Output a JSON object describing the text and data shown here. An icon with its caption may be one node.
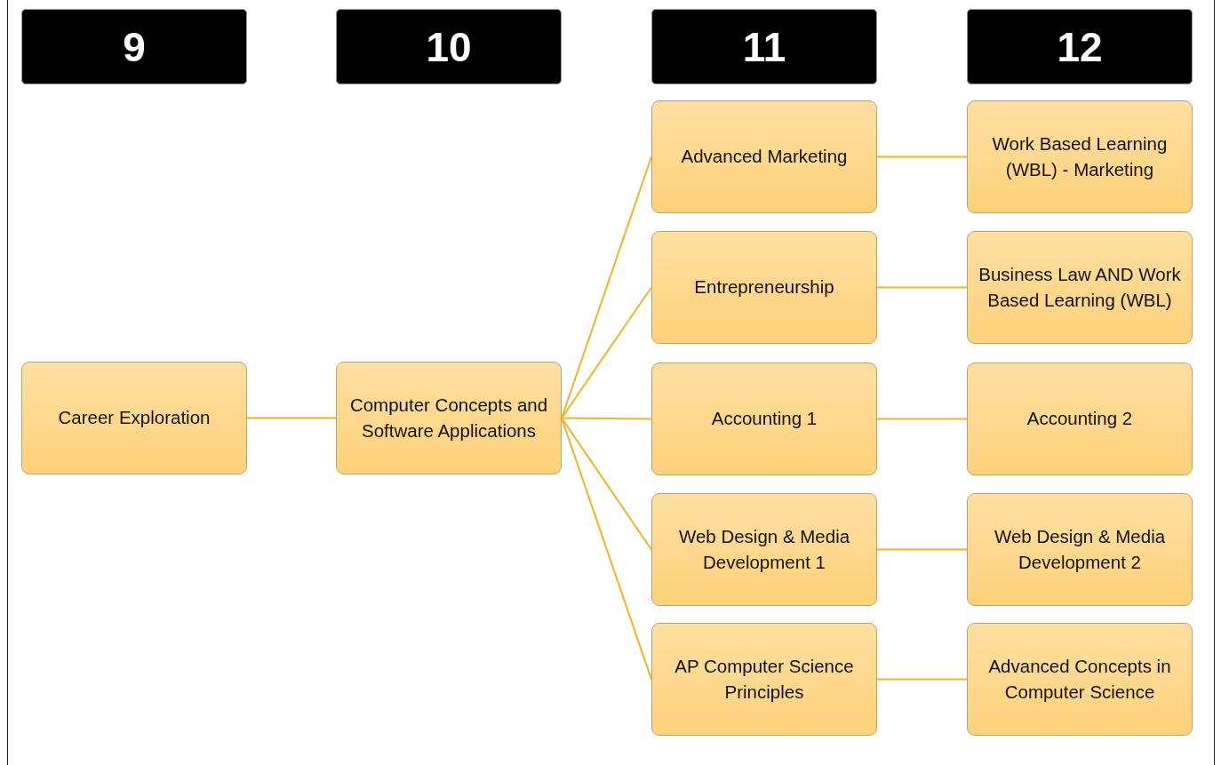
{
  "diagram": {
    "nodes": [
      {
        "text": [
          "9"
        ]
      },
      {
        "text": [
          "10"
        ]
      },
      {
        "text": [
          "11"
        ]
      },
      {
        "text": [
          "12"
        ]
      },
      {
        "text": [
          "Career Exploration"
        ]
      },
      {
        "text": [
          "Computer Concepts and Software Applications"
        ]
      },
      {
        "text": [
          "Advanced Marketing"
        ]
      },
      {
        "text": [
          "Work Based Learning (WBL) - Marketing"
        ]
      },
      {
        "text": [
          "Entrepreneurship"
        ]
      },
      {
        "text": [
          "Business Law AND Work Based Learning (WBL)"
        ]
      },
      {
        "text": [
          "Accounting 1"
        ]
      },
      {
        "text": [
          "Accounting 2"
        ]
      },
      {
        "text": [
          "Web Design & Media Development 1"
        ]
      },
      {
        "text": [
          "Web Design & Media Development 2"
        ]
      },
      {
        "text": [
          "AP Computer Science Principles"
        ]
      },
      {
        "text": [
          "Advanced Concepts in Computer Science"
        ]
      }
    ],
    "edges": [
      {
        "from": 4,
        "to": 5,
        "arrow": "none"
      },
      {
        "from": 5,
        "to": 6,
        "arrow": "none"
      },
      {
        "from": 5,
        "to": 8,
        "arrow": "none"
      },
      {
        "from": 5,
        "to": 10,
        "arrow": "none"
      },
      {
        "from": 5,
        "to": 12,
        "arrow": "none"
      },
      {
        "from": 5,
        "to": 14,
        "arrow": "none"
      },
      {
        "from": 6,
        "to": 7,
        "arrow": "none"
      },
      {
        "from": 8,
        "to": 9,
        "arrow": "none"
      },
      {
        "from": 10,
        "to": 11,
        "arrow": "none"
      },
      {
        "from": 12,
        "to": 13,
        "arrow": "none"
      },
      {
        "from": 14,
        "to": 15,
        "arrow": "none"
      }
    ]
  }
}
